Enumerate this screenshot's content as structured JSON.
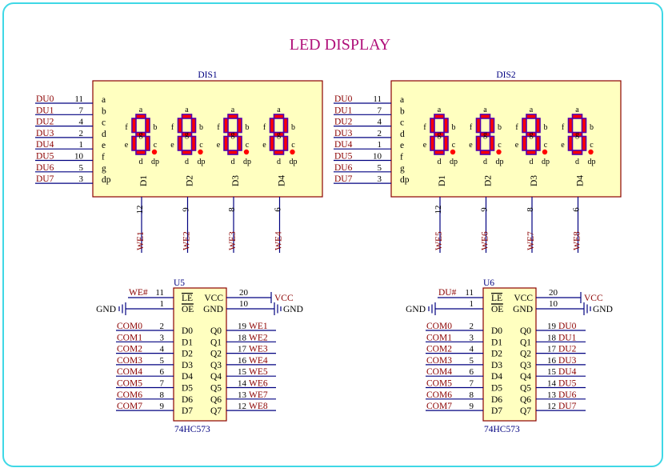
{
  "title": "LED DISPLAY",
  "colors": {
    "frame": "#3fd8e6",
    "body_fill": "#ffffc0",
    "body_stroke": "#8b0000",
    "wire": "#000080",
    "segment_fill": "#ff0000",
    "segment_stroke": "#5500aa",
    "title": "#b0107a",
    "net_label": "#8b0000"
  },
  "displays": [
    {
      "ref": "DIS1",
      "inputs": [
        {
          "net": "DU0",
          "pin": "11",
          "seg": "a"
        },
        {
          "net": "DU1",
          "pin": "7",
          "seg": "b"
        },
        {
          "net": "DU2",
          "pin": "4",
          "seg": "c"
        },
        {
          "net": "DU3",
          "pin": "2",
          "seg": "d"
        },
        {
          "net": "DU4",
          "pin": "1",
          "seg": "e"
        },
        {
          "net": "DU5",
          "pin": "10",
          "seg": "f"
        },
        {
          "net": "DU6",
          "pin": "5",
          "seg": "g"
        },
        {
          "net": "DU7",
          "pin": "3",
          "seg": "dp"
        }
      ],
      "digits": [
        {
          "name": "D1",
          "pin": "12",
          "net": "WE1"
        },
        {
          "name": "D2",
          "pin": "9",
          "net": "WE2"
        },
        {
          "name": "D3",
          "pin": "8",
          "net": "WE3"
        },
        {
          "name": "D4",
          "pin": "6",
          "net": "WE4"
        }
      ]
    },
    {
      "ref": "DIS2",
      "inputs": [
        {
          "net": "DU0",
          "pin": "11",
          "seg": "a"
        },
        {
          "net": "DU1",
          "pin": "7",
          "seg": "b"
        },
        {
          "net": "DU2",
          "pin": "4",
          "seg": "c"
        },
        {
          "net": "DU3",
          "pin": "2",
          "seg": "d"
        },
        {
          "net": "DU4",
          "pin": "1",
          "seg": "e"
        },
        {
          "net": "DU5",
          "pin": "10",
          "seg": "f"
        },
        {
          "net": "DU6",
          "pin": "5",
          "seg": "g"
        },
        {
          "net": "DU7",
          "pin": "3",
          "seg": "dp"
        }
      ],
      "digits": [
        {
          "name": "D1",
          "pin": "12",
          "net": "WE5"
        },
        {
          "name": "D2",
          "pin": "9",
          "net": "WE6"
        },
        {
          "name": "D3",
          "pin": "8",
          "net": "WE7"
        },
        {
          "name": "D4",
          "pin": "6",
          "net": "WE8"
        }
      ]
    }
  ],
  "segment_letters": [
    "a",
    "b",
    "c",
    "d",
    "e",
    "f",
    "g",
    "dp"
  ],
  "latches": [
    {
      "ref": "U5",
      "part": "74HC573",
      "le_net": "WE#",
      "le_pin": "11",
      "le_label": "LE",
      "oe_pin": "1",
      "oe_label": "OE",
      "gnd_left": "GND",
      "vcc_label": "VCC",
      "vcc_pin": "20",
      "vcc_net": "VCC",
      "gnd_label": "GND",
      "gnd_pin": "10",
      "gnd_net": "GND",
      "inputs": [
        {
          "net": "COM0",
          "pin": "2",
          "label": "D0"
        },
        {
          "net": "COM1",
          "pin": "3",
          "label": "D1"
        },
        {
          "net": "COM2",
          "pin": "4",
          "label": "D2"
        },
        {
          "net": "COM3",
          "pin": "5",
          "label": "D3"
        },
        {
          "net": "COM4",
          "pin": "6",
          "label": "D4"
        },
        {
          "net": "COM5",
          "pin": "7",
          "label": "D5"
        },
        {
          "net": "COM6",
          "pin": "8",
          "label": "D6"
        },
        {
          "net": "COM7",
          "pin": "9",
          "label": "D7"
        }
      ],
      "outputs": [
        {
          "label": "Q0",
          "pin": "19",
          "net": "WE1"
        },
        {
          "label": "Q1",
          "pin": "18",
          "net": "WE2"
        },
        {
          "label": "Q2",
          "pin": "17",
          "net": "WE3"
        },
        {
          "label": "Q3",
          "pin": "16",
          "net": "WE4"
        },
        {
          "label": "Q4",
          "pin": "15",
          "net": "WE5"
        },
        {
          "label": "Q5",
          "pin": "14",
          "net": "WE6"
        },
        {
          "label": "Q6",
          "pin": "13",
          "net": "WE7"
        },
        {
          "label": "Q7",
          "pin": "12",
          "net": "WE8"
        }
      ]
    },
    {
      "ref": "U6",
      "part": "74HC573",
      "le_net": "DU#",
      "le_pin": "11",
      "le_label": "LE",
      "oe_pin": "1",
      "oe_label": "OE",
      "gnd_left": "GND",
      "vcc_label": "VCC",
      "vcc_pin": "20",
      "vcc_net": "VCC",
      "gnd_label": "GND",
      "gnd_pin": "10",
      "gnd_net": "GND",
      "inputs": [
        {
          "net": "COM0",
          "pin": "2",
          "label": "D0"
        },
        {
          "net": "COM1",
          "pin": "3",
          "label": "D1"
        },
        {
          "net": "COM2",
          "pin": "4",
          "label": "D2"
        },
        {
          "net": "COM3",
          "pin": "5",
          "label": "D3"
        },
        {
          "net": "COM4",
          "pin": "6",
          "label": "D4"
        },
        {
          "net": "COM5",
          "pin": "7",
          "label": "D5"
        },
        {
          "net": "COM6",
          "pin": "8",
          "label": "D6"
        },
        {
          "net": "COM7",
          "pin": "9",
          "label": "D7"
        }
      ],
      "outputs": [
        {
          "label": "Q0",
          "pin": "19",
          "net": "DU0"
        },
        {
          "label": "Q1",
          "pin": "18",
          "net": "DU1"
        },
        {
          "label": "Q2",
          "pin": "17",
          "net": "DU2"
        },
        {
          "label": "Q3",
          "pin": "16",
          "net": "DU3"
        },
        {
          "label": "Q4",
          "pin": "15",
          "net": "DU4"
        },
        {
          "label": "Q5",
          "pin": "14",
          "net": "DU5"
        },
        {
          "label": "Q6",
          "pin": "13",
          "net": "DU6"
        },
        {
          "label": "Q7",
          "pin": "12",
          "net": "DU7"
        }
      ]
    }
  ]
}
